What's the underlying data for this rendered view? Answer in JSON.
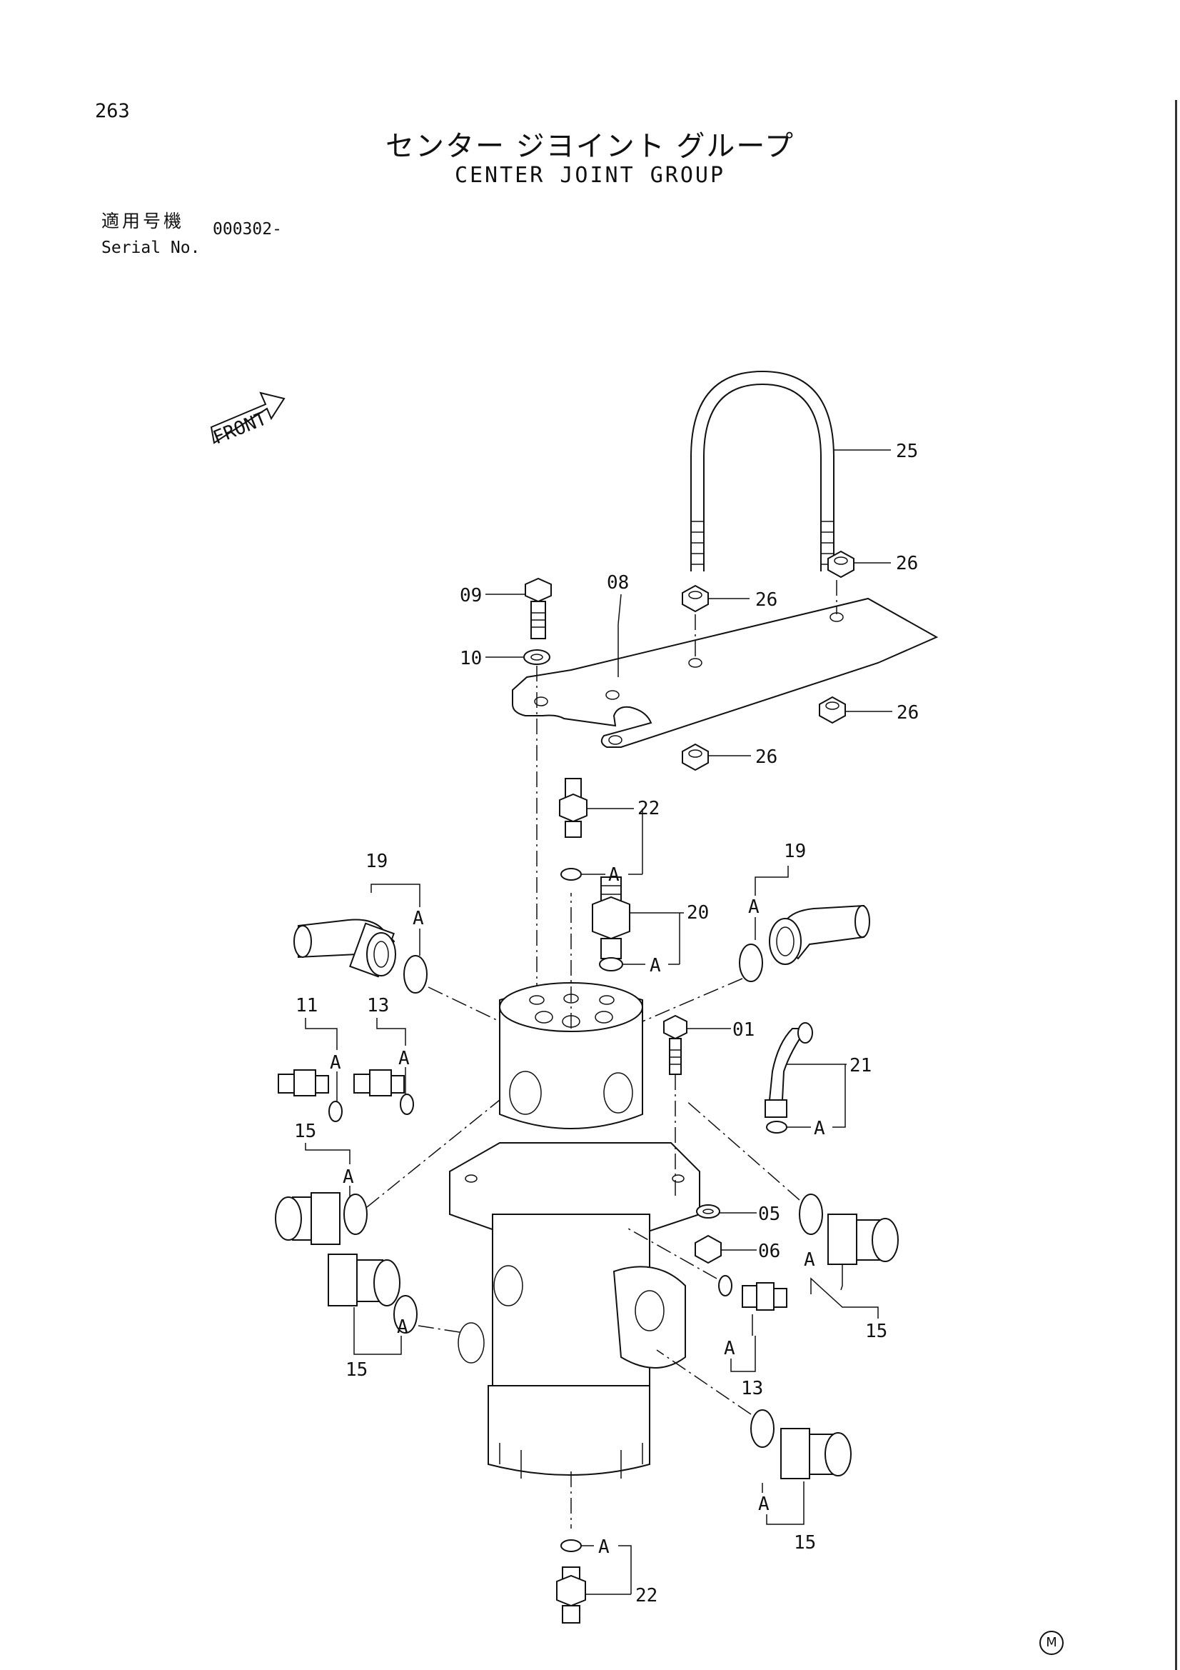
{
  "page_number": "263",
  "title_jp": "センター ジヨイント グループ",
  "title_en": "CENTER JOINT GROUP",
  "serial": {
    "label_jp": "適用号機",
    "label_en": "Serial No.",
    "value": "000302-"
  },
  "front_label": "FRONT",
  "mark": "M",
  "callouts": {
    "c01": "01",
    "c05": "05",
    "c06": "06",
    "c08": "08",
    "c09": "09",
    "c10": "10",
    "c11": "11",
    "c13a": "13",
    "c13b": "13",
    "c15a": "15",
    "c15b": "15",
    "c15c": "15",
    "c15d": "15",
    "c19a": "19",
    "c19b": "19",
    "c20": "20",
    "c21": "21",
    "c22a": "22",
    "c22b": "22",
    "c25": "25",
    "c26a": "26",
    "c26b": "26",
    "c26c": "26",
    "c26d": "26"
  },
  "oring_label": "A"
}
